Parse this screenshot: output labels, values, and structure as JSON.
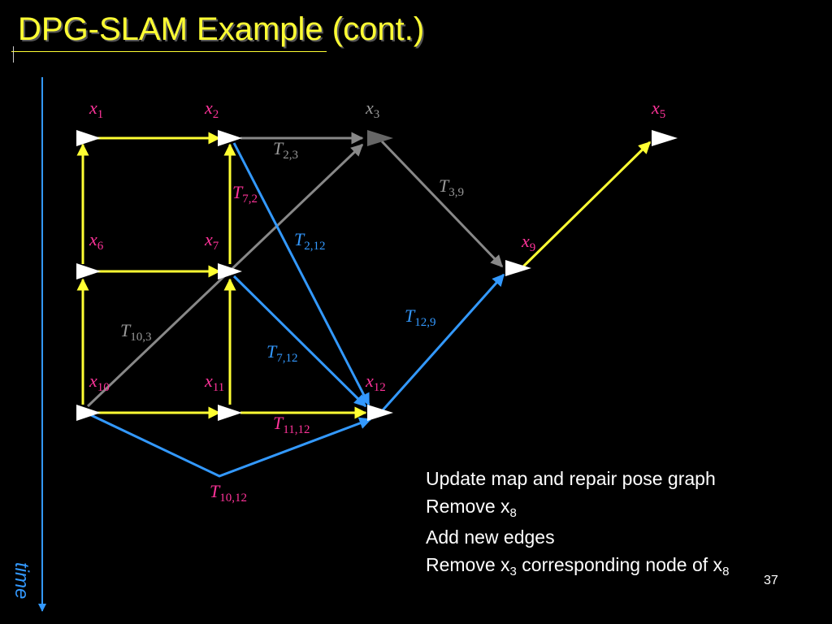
{
  "title": "DPG-SLAM Example (cont.)",
  "colors": {
    "title": "#ffff33",
    "yellow_edge": "#ffff33",
    "gray_edge": "#888888",
    "blue_edge": "#3399ff",
    "node_label_magenta": "#ff3399",
    "node_label_gray": "#999999",
    "blue_label": "#3399ff"
  },
  "nodes": [
    {
      "id": "x1",
      "base": "x",
      "sub": "1",
      "color": "#ff3399"
    },
    {
      "id": "x2",
      "base": "x",
      "sub": "2",
      "color": "#ff3399"
    },
    {
      "id": "x3",
      "base": "x",
      "sub": "3",
      "color": "#999999"
    },
    {
      "id": "x5",
      "base": "x",
      "sub": "5",
      "color": "#ff3399"
    },
    {
      "id": "x6",
      "base": "x",
      "sub": "6",
      "color": "#ff3399"
    },
    {
      "id": "x7",
      "base": "x",
      "sub": "7",
      "color": "#ff3399"
    },
    {
      "id": "x9",
      "base": "x",
      "sub": "9",
      "color": "#ff3399"
    },
    {
      "id": "x10",
      "base": "x",
      "sub": "10",
      "color": "#ff3399"
    },
    {
      "id": "x11",
      "base": "x",
      "sub": "11",
      "color": "#ff3399"
    },
    {
      "id": "x12",
      "base": "x",
      "sub": "12",
      "color": "#ff3399"
    }
  ],
  "edges": [
    {
      "id": "T2_3",
      "base": "T",
      "sub": "2,3",
      "color": "#999999"
    },
    {
      "id": "T3_9",
      "base": "T",
      "sub": "3,9",
      "color": "#999999"
    },
    {
      "id": "T7_2",
      "base": "T",
      "sub": "7,2",
      "color": "#ff3399"
    },
    {
      "id": "T2_12",
      "base": "T",
      "sub": "2,12",
      "color": "#3399ff"
    },
    {
      "id": "T12_9",
      "base": "T",
      "sub": "12,9",
      "color": "#3399ff"
    },
    {
      "id": "T10_3",
      "base": "T",
      "sub": "10,3",
      "color": "#999999"
    },
    {
      "id": "T7_12",
      "base": "T",
      "sub": "7,12",
      "color": "#3399ff"
    },
    {
      "id": "T11_12",
      "base": "T",
      "sub": "11,12",
      "color": "#ff3399"
    },
    {
      "id": "T10_12",
      "base": "T",
      "sub": "10,12",
      "color": "#ff3399"
    }
  ],
  "notes": {
    "line1": "Update map and repair pose graph",
    "line2_prefix": "Remove x",
    "line2_sub": "8",
    "line3": "Add new edges",
    "line4_prefix": "Remove x",
    "line4_sub1": "3",
    "line4_mid": " corresponding node of x",
    "line4_sub2": "8"
  },
  "time_label": "time",
  "page_number": "37"
}
